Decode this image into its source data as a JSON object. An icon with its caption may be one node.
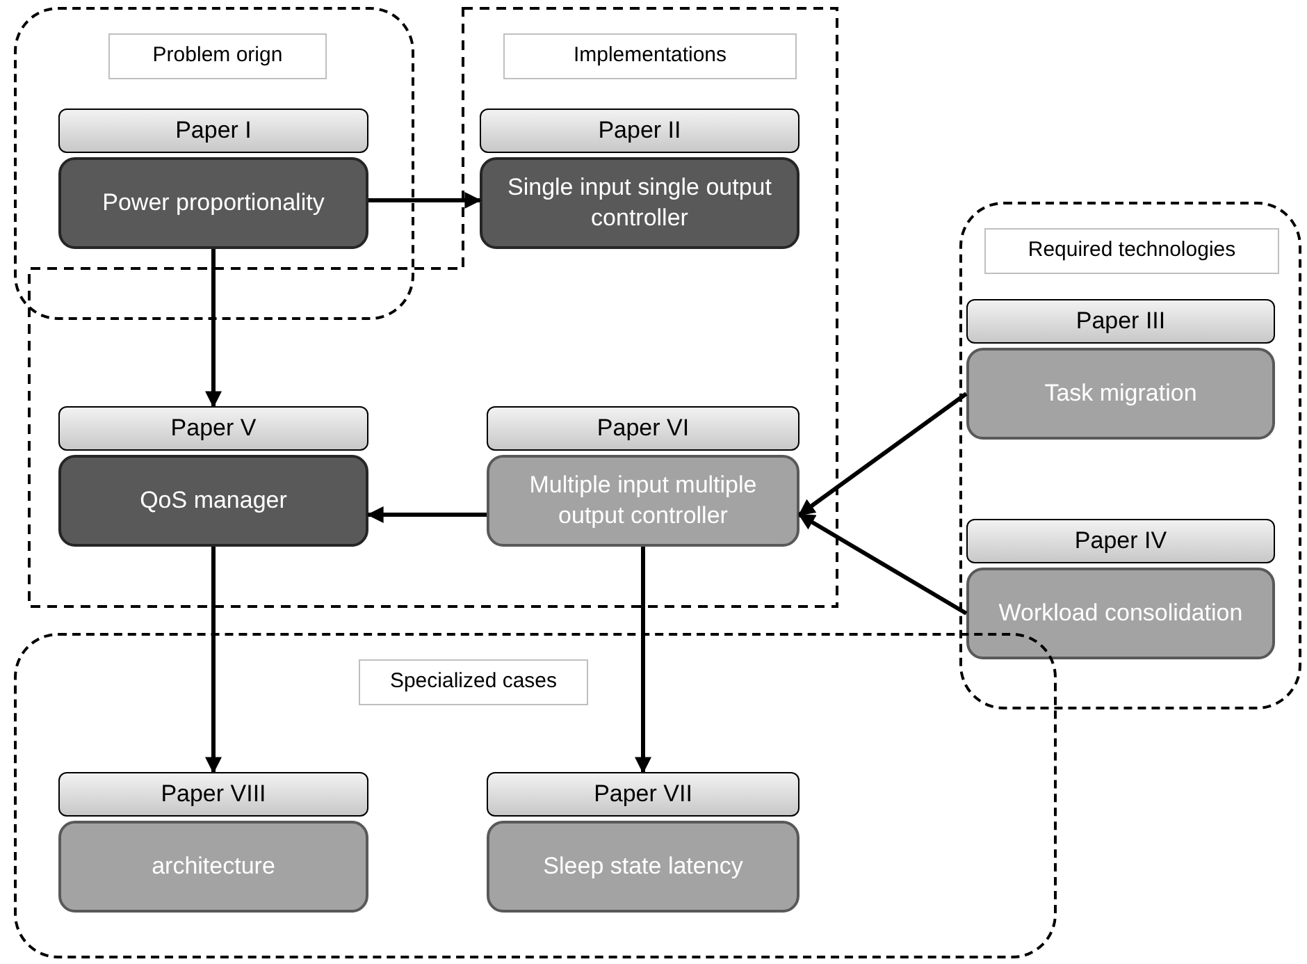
{
  "diagram": {
    "nodes": [
      {
        "text": [
          "Problem orign"
        ]
      },
      {
        "text": [
          "Paper I",
          "Power proportionality"
        ],
        "in": 0
      },
      {
        "text": [
          "Implementations"
        ]
      },
      {
        "text": [
          "Paper II",
          "Single input single output controller"
        ],
        "in": 2
      },
      {
        "text": [
          "Required technologies"
        ]
      },
      {
        "text": [
          "Paper III",
          "Task migration"
        ],
        "in": 4
      },
      {
        "text": [
          "Paper IV",
          "Workload consolidation"
        ],
        "in": 4
      },
      {
        "text": [
          "Paper V",
          "QoS manager"
        ],
        "in": 2
      },
      {
        "text": [
          "Paper VI",
          "Multiple input multiple output controller"
        ],
        "in": 2
      },
      {
        "text": [
          "Specialized cases"
        ]
      },
      {
        "text": [
          "Paper VIII",
          "architecture"
        ],
        "in": 9
      },
      {
        "text": [
          "Paper VII",
          "Sleep state latency"
        ],
        "in": 9
      }
    ],
    "edges": [
      {
        "from": 1,
        "to": 3,
        "arrow": "to"
      },
      {
        "from": 1,
        "to": 7,
        "arrow": "to"
      },
      {
        "from": 8,
        "to": 7,
        "arrow": "to"
      },
      {
        "from": 5,
        "to": 8,
        "arrow": "to"
      },
      {
        "from": 6,
        "to": 8,
        "arrow": "to"
      },
      {
        "from": 7,
        "to": 10,
        "arrow": "to"
      },
      {
        "from": 8,
        "to": 11,
        "arrow": "to"
      }
    ]
  }
}
